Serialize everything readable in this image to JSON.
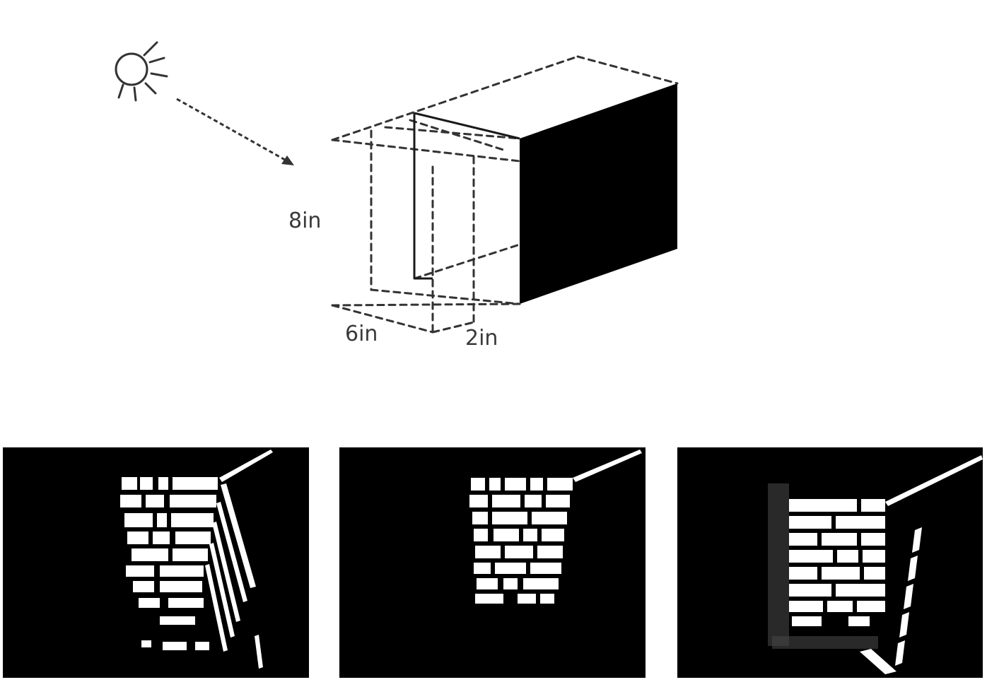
{
  "figure": {
    "labels": {
      "height": "8in",
      "width": "6in",
      "depth": "2in"
    },
    "icons": {
      "light_source": "sun-icon",
      "light_direction": "arrow-icon"
    },
    "colors": {
      "background": "#ffffff",
      "box_face": "#000000",
      "lines": "#333333",
      "render_background": "#000000",
      "lit_area": "#ffffff"
    }
  },
  "renders": [
    {
      "name": "render-1"
    },
    {
      "name": "render-2"
    },
    {
      "name": "render-3"
    }
  ]
}
